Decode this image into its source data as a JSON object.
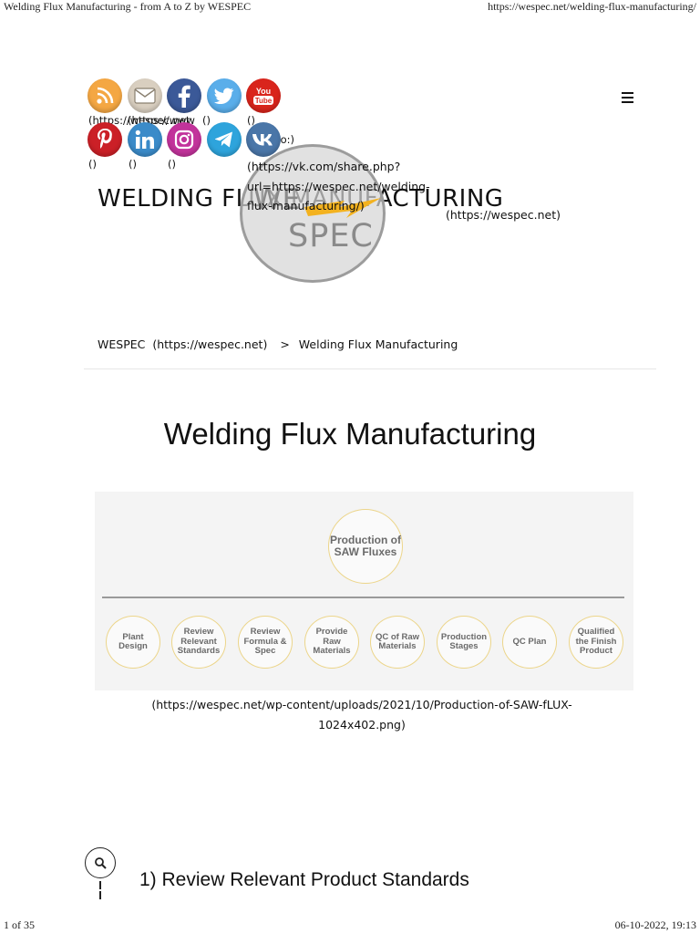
{
  "print_header": {
    "title": "Welding Flux Manufacturing - from A to Z by WESPEC",
    "url": "https://wespec.net/welding-flux-manufacturing/"
  },
  "social": {
    "row1_links": [
      "(https://wespec.net",
      "(https://www",
      "()",
      "()"
    ],
    "row1_tail": "(mailto:)",
    "row2_links": [
      "()",
      "()",
      "()"
    ],
    "vk_link": "(https://vk.com/share.php?url=https://wespec.net/welding-flux-manufacturing/)",
    "colors": {
      "rss": "#f4a743",
      "email": "#d9cfc0",
      "facebook": "#3b5998",
      "twitter": "#5aaeea",
      "youtube": "#d9251c",
      "pinterest": "#cb2027",
      "linkedin": "#3b8bc9",
      "instagram": "#c2339b",
      "telegram": "#2ea4dc",
      "vk": "#4a76a8"
    }
  },
  "site": {
    "title": "WELDING FLUX MANUFACTURING",
    "home_link": "(https://wespec.net)",
    "logo_we": "WE",
    "logo_spec": "SPEC"
  },
  "breadcrumb": {
    "home": "WESPEC",
    "home_link": "(https://wespec.net)",
    "separator": ">",
    "current": "Welding Flux Manufacturing"
  },
  "page": {
    "heading": "Welding Flux Manufacturing",
    "image_url": "(https://wespec.net/wp-content/uploads/2021/10/Production-of-SAW-fLUX-1024x402.png)"
  },
  "diagram": {
    "root": "Production of SAW Fluxes",
    "steps": [
      "Plant Design",
      "Review Relevant Standards",
      "Review Formula & Spec",
      "Provide Raw Materials",
      "QC of Raw Materials",
      "Production Stages",
      "QC Plan",
      "Qualified the Finish Product"
    ],
    "node_border_color": "#ecd58a"
  },
  "section": {
    "heading": "1) Review Relevant Product Standards"
  },
  "print_footer": {
    "page": "1 of 35",
    "date": "06-10-2022, 19:13"
  }
}
